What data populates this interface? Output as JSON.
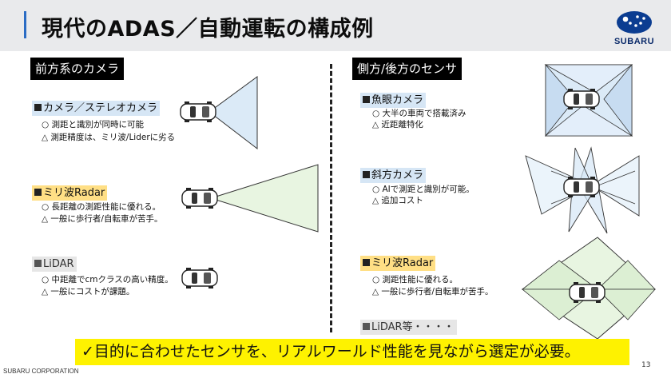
{
  "title": "現代のADAS／自動運転の構成例",
  "logo_text": "SUBARU",
  "left": {
    "heading": "前方系のカメラ",
    "camera": {
      "label": "カメラ／ステレオカメラ",
      "items": [
        "○ 測距と識別が同時に可能",
        "△ 測距精度は、ミリ波/Liderに劣る"
      ]
    },
    "radar": {
      "label": "ミリ波Radar",
      "items": [
        "○ 長距離の測距性能に優れる。",
        "△ 一般に歩行者/自転車が苦手。"
      ]
    },
    "lidar": {
      "label": "LiDAR",
      "items": [
        "○ 中距離でcmクラスの高い精度。",
        "△ 一般にコストが課題。"
      ]
    }
  },
  "right": {
    "heading": "側方/後方のセンサ",
    "fisheye": {
      "label": "魚眼カメラ",
      "items": [
        "○ 大半の車両で搭載済み",
        "△ 近距離特化"
      ]
    },
    "oblique": {
      "label": "斜方カメラ",
      "items": [
        "○ AIで測距と識別が可能。",
        "△ 追加コスト"
      ]
    },
    "radar": {
      "label": "ミリ波Radar",
      "items": [
        "○ 測距性能に優れる。",
        "△ 一般に歩行者/自転車が苦手。"
      ]
    },
    "lidar_label": "LiDAR等・・・・"
  },
  "conclusion": "✓目的に合わせたセンサを、リアルワールド性能を見ながら選定が必要。",
  "footer": "SUBARU CORPORATION",
  "page_number": "13",
  "colors": {
    "accent": "#2b6cc4",
    "highlight": "#fef200",
    "label_blue": "#d6e6f5",
    "label_yellow": "#ffdf85"
  }
}
